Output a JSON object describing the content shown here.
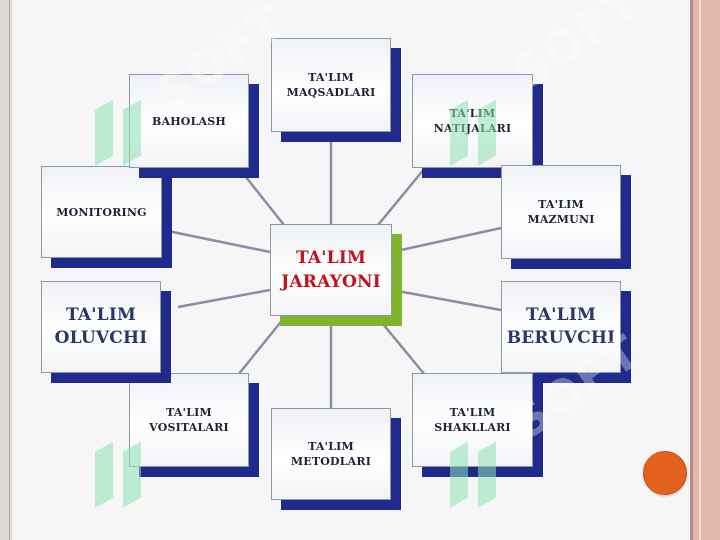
{
  "colors": {
    "shadow_blue": "#1f2a8c",
    "shadow_green": "#7fb52c",
    "center_text": "#c4121d",
    "nav_button": "#e3611f",
    "connector": "#8c8ca4"
  },
  "diagram": {
    "center": "TA'LIM\nJARAYONI",
    "nodes": {
      "maqsadlari": "TA'LIM\nMAQSADLARI",
      "natijalari": "TA'LIM\nNATIJALARI",
      "mazmuni": "TA'LIM\nMAZMUNI",
      "beruvchi": "TA'LIM\nBERUVCHI",
      "shakllari": "TA'LIM\nSHAKLLARI",
      "metodlari": "TA'LIM\nMETODLARI",
      "vositalari": "TA'LIM\nVOSITALARI",
      "oluvchi": "TA'LIM\nOLUVCHI",
      "monitoring": "MONITORING",
      "baholash": "BAHOLASH"
    }
  },
  "watermark": {
    "text": "SOFT",
    "icon": "s-logo-icon"
  },
  "nav": {
    "icon": "orange-circle-icon"
  }
}
